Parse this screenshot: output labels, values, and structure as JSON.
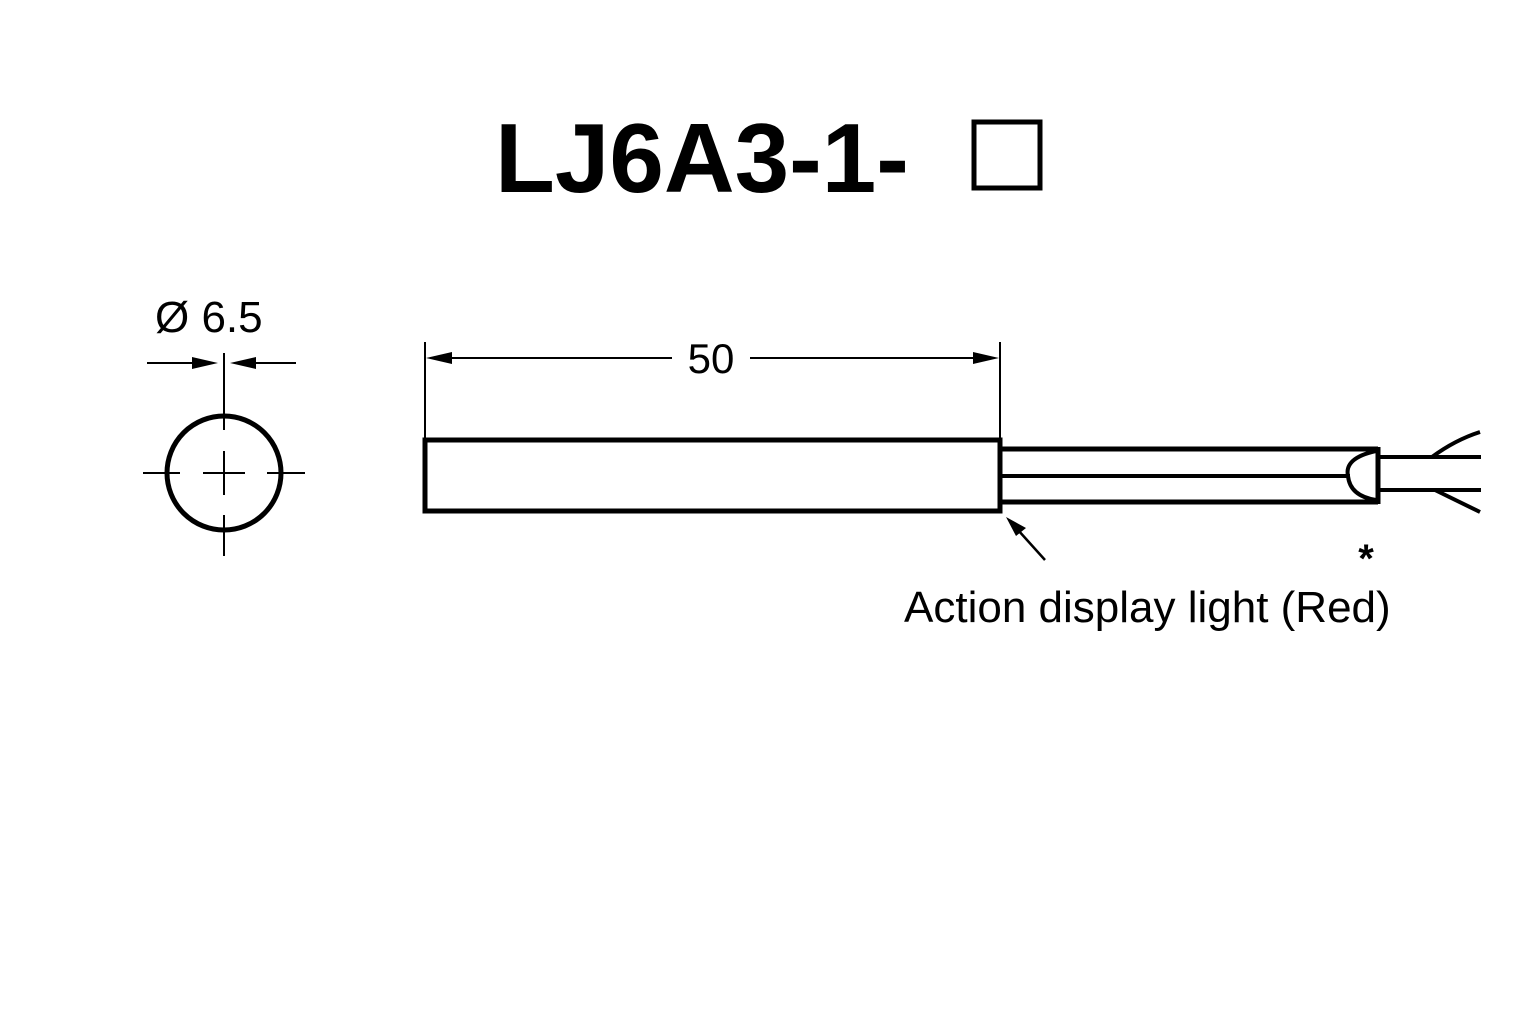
{
  "title": "LJ6A3-1-",
  "diameter_label": "Ø 6.5",
  "length_label": "50",
  "asterisk": "*",
  "light_label": "Action display light (Red)",
  "colors": {
    "ink": "#000000",
    "background": "#ffffff"
  }
}
